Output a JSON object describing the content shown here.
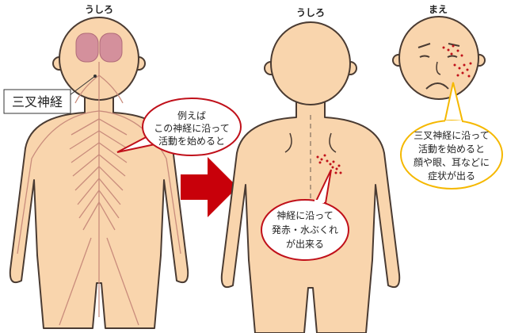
{
  "headings": {
    "left": "うしろ",
    "middle": "うしろ",
    "right": "まえ"
  },
  "label_box": "三叉神経",
  "bubble_left": [
    "例えば",
    "この神経に沿って",
    "活動を始めると"
  ],
  "bubble_middle": [
    "神経に沿って",
    "発赤・水ぶくれ",
    "が出来る"
  ],
  "bubble_right": [
    "三叉神経に沿って",
    "活動を始めると",
    "顔や眼、耳などに",
    "症状が出る"
  ],
  "colors": {
    "skin": "#f9d5ad",
    "arrow": "#c8000a",
    "rash": "#c0101a",
    "bubble_red": "#c0101a",
    "bubble_yellow": "#f5b800",
    "brain": "#d4909c"
  }
}
